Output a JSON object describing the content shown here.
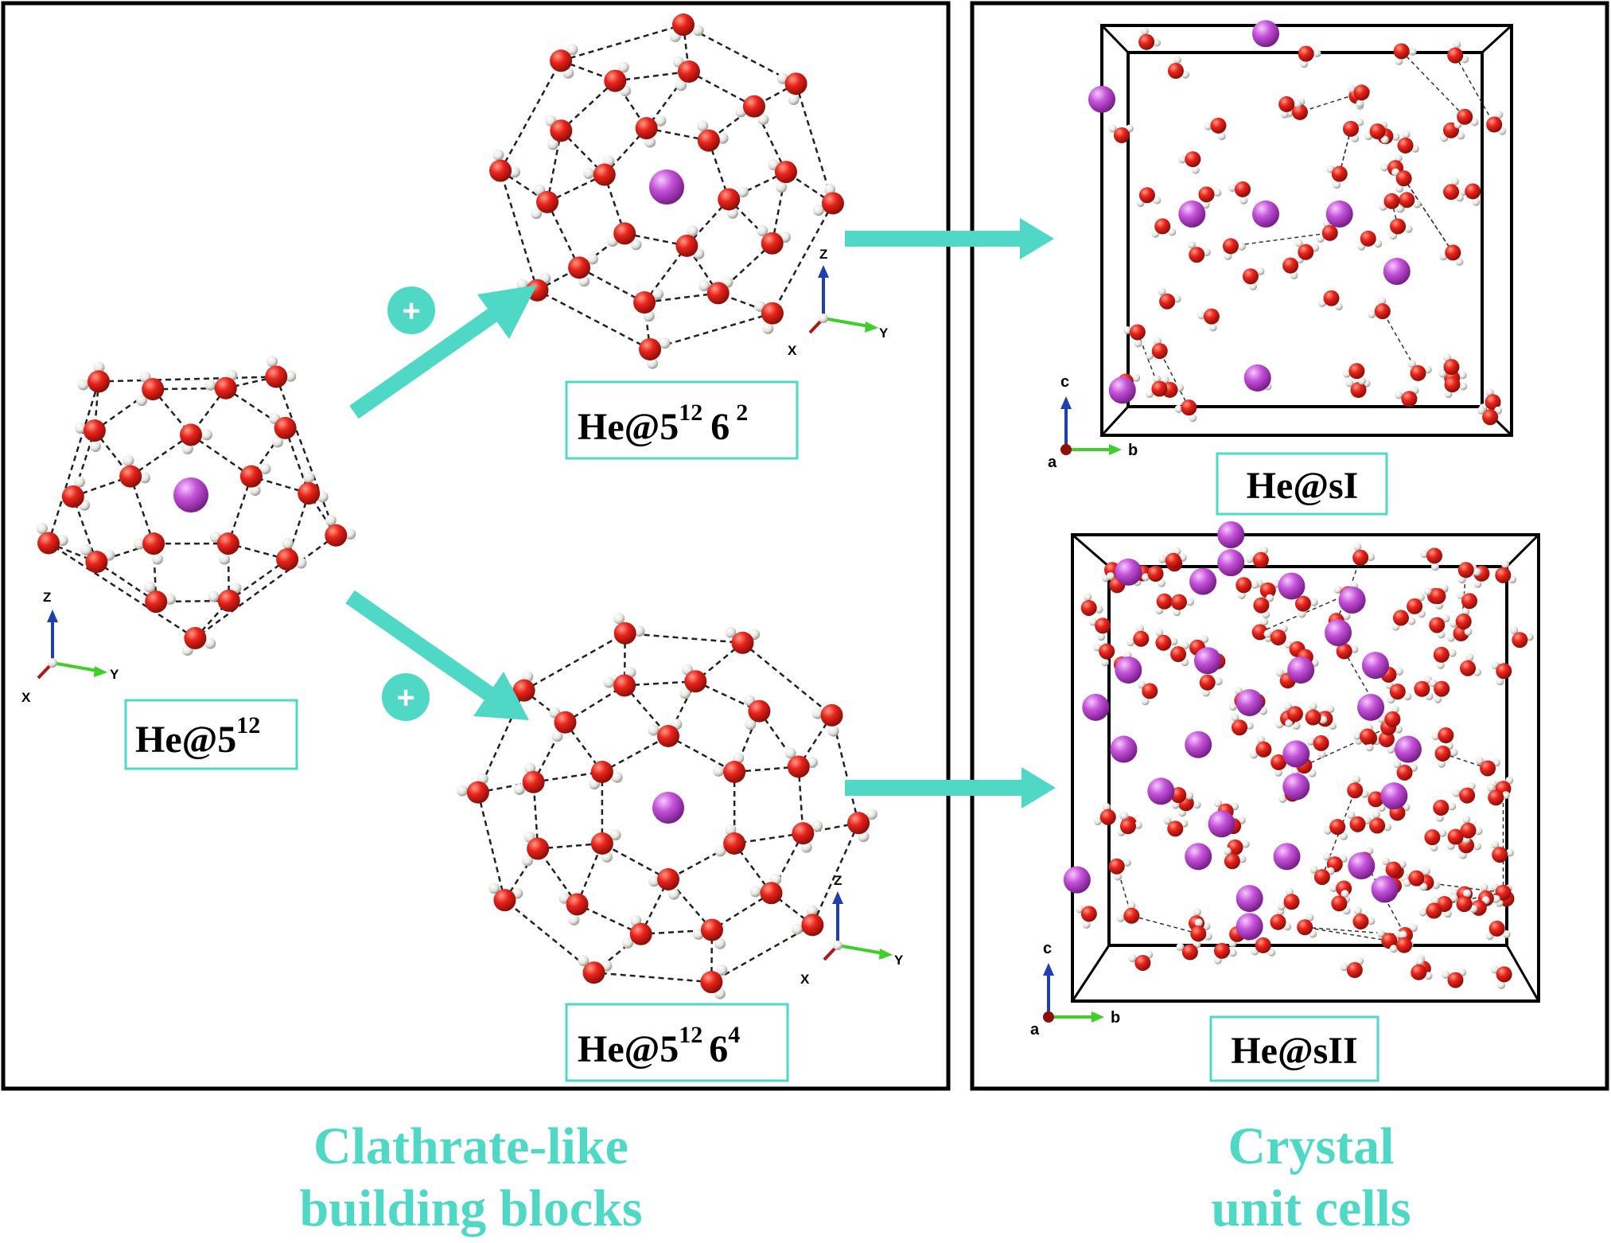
{
  "colors": {
    "accent": "#4fd8c6",
    "oxygen": "#e8231b",
    "hydrogen": "#eeeeea",
    "helium": "#c452d8",
    "axis_z": "#1f3fb0",
    "axis_y": "#3ecf2a",
    "axis_x": "#b01818",
    "frame": "#000000"
  },
  "left_panel": {
    "caption_line1": "Clathrate-like",
    "caption_line2": "building blocks"
  },
  "right_panel": {
    "caption_line1": "Crystal",
    "caption_line2": "unit cells"
  },
  "cage_512": {
    "label_base": "He@5",
    "label_sup1": "12",
    "axis_z": "Z",
    "axis_y": "Y",
    "axis_x": "X"
  },
  "cage_51262": {
    "label_base": "He@5",
    "label_sup1": "12",
    "label_mid": "6",
    "label_sup2": "2",
    "axis_z": "Z",
    "axis_y": "Y",
    "axis_x": "X"
  },
  "cage_51264": {
    "label_base": "He@5",
    "label_sup1": "12",
    "label_mid": "6",
    "label_sup2": "4",
    "axis_z": "Z",
    "axis_y": "Y",
    "axis_x": "X"
  },
  "cell_sI": {
    "label": "He@sI",
    "axis_c": "c",
    "axis_b": "b",
    "axis_a": "a"
  },
  "cell_sII": {
    "label": "He@sII",
    "axis_c": "c",
    "axis_b": "b",
    "axis_a": "a"
  },
  "plus_signs": [
    "+",
    "+"
  ]
}
